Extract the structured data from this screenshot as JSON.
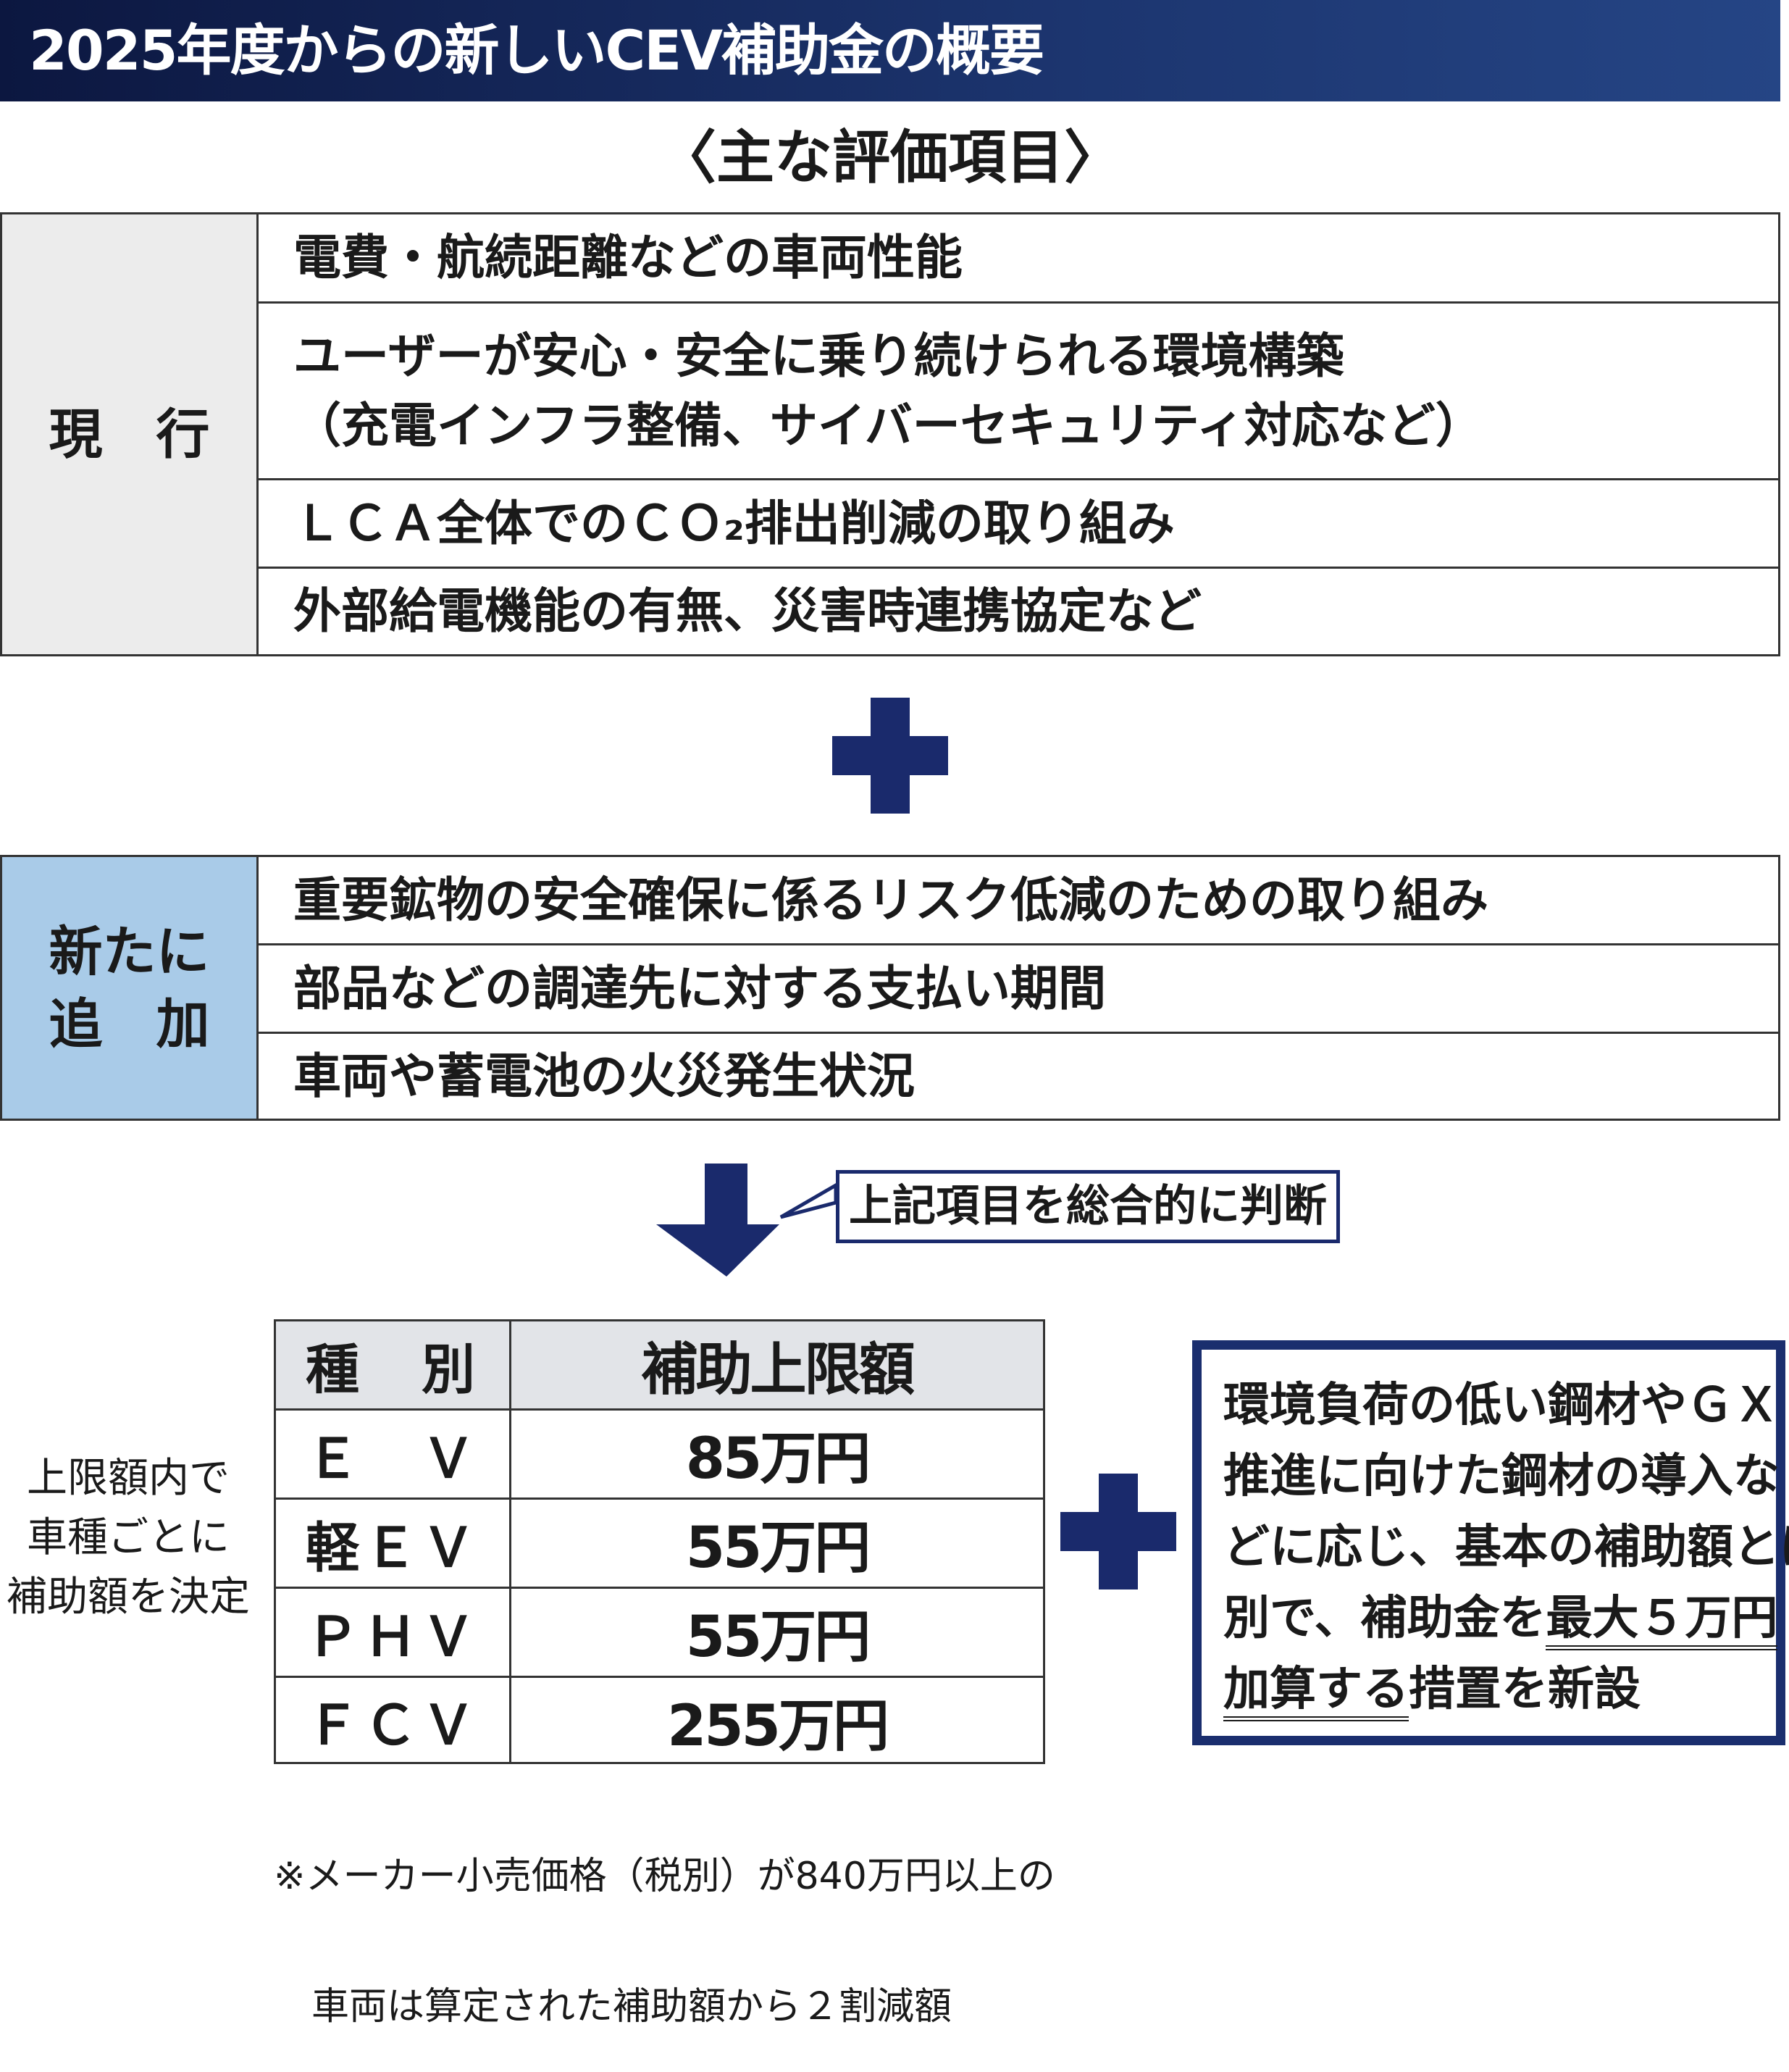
{
  "title": "2025年度からの新しいCEV補助金の概要",
  "subtitle": "〈主な評価項目〉",
  "current": {
    "label": "現　行",
    "items": [
      "電費・航続距離などの車両性能",
      [
        "ユーザーが安心・安全に乗り続けられる環境構築",
        "（充電インフラ整備、サイバーセキュリティ対応など）"
      ],
      "ＬＣＡ全体でのＣＯ₂排出削減の取り組み",
      "外部給電機能の有無、災害時連携協定など"
    ]
  },
  "new": {
    "label": "新たに\n追　加",
    "items": [
      "重要鉱物の安全確保に係るリスク低減のための取り組み",
      "部品などの調達先に対する支払い期間",
      "車両や蓄電池の火災発生状況"
    ]
  },
  "callout": "上記項目を総合的に判断",
  "left_label": [
    "上限額内で",
    "車種ごとに",
    "補助額を決定"
  ],
  "subsidy_table": {
    "headers": [
      "種　別",
      "補助上限額"
    ],
    "rows": [
      [
        "Ｅ　Ｖ",
        "85万円"
      ],
      [
        "軽ＥＶ",
        "55万円"
      ],
      [
        "ＰＨＶ",
        "55万円"
      ],
      [
        "ＦＣＶ",
        "255万円"
      ]
    ]
  },
  "box": {
    "lines": [
      "環境負荷の低い鋼材やＧＸ",
      "推進に向けた鋼材の導入な",
      "どに応じ、基本の補助額とは"
    ],
    "line4_pre": "別で、補助金を",
    "line4_u": "最大５万円",
    "line5_u": "加算する",
    "line5_post": "措置を新設"
  },
  "note": [
    "※メーカー小売価格（税別）が840万円以上の",
    "　車両は算定された補助額から２割減額"
  ],
  "colors": {
    "navy": "#1a2a6c",
    "gray": "#ececec",
    "blue": "#a9cbe8"
  }
}
